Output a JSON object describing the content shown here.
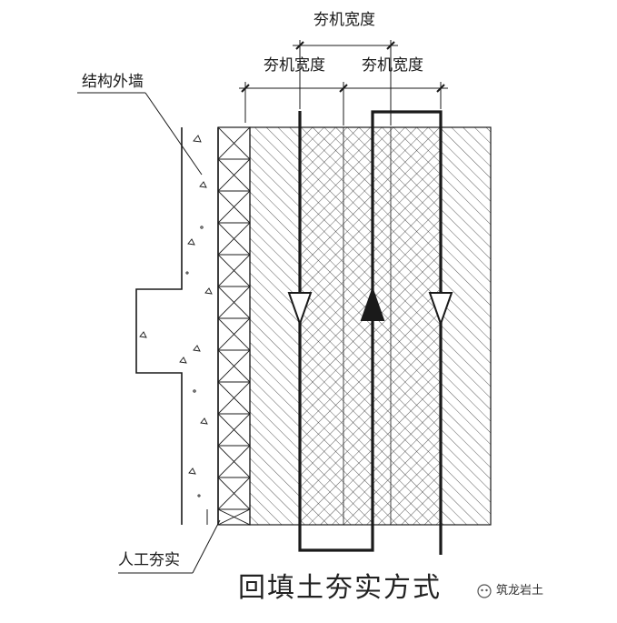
{
  "labels": {
    "total_width": "夯机宽度",
    "width_left": "夯机宽度",
    "width_right": "夯机宽度",
    "structure_wall": "结构外墙",
    "manual_compaction": "人工夯实",
    "title": "回填土夯实方式",
    "watermark": "筑龙岩土"
  },
  "pass_directions": [
    "down",
    "up",
    "down"
  ],
  "colors": {
    "line": "#1a1a1a",
    "background": "#ffffff"
  },
  "icons": [
    "watermark-logo-icon"
  ]
}
